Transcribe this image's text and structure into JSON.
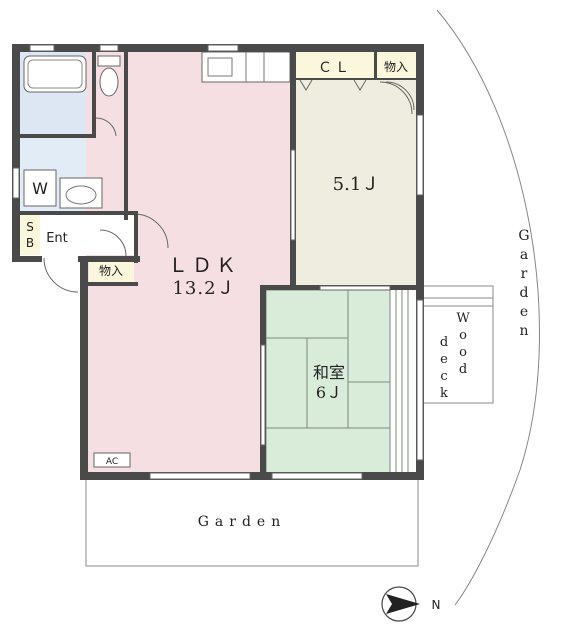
{
  "colors": {
    "ldk": "#f6dfe3",
    "western": "#efece0",
    "tatami": "#d9ecd9",
    "bath": "#dde6f3",
    "wash": "#e1ecf7",
    "closet": "#fbf7dc",
    "wall": "#4a4a4a",
    "line": "#666666"
  },
  "rooms": {
    "ldk": {
      "name": "ＬＤＫ",
      "size": "13.2Ｊ"
    },
    "western": {
      "size": "5.1Ｊ"
    },
    "washitsu": {
      "name": "和室",
      "size": "6Ｊ"
    },
    "closet": "ＣＬ",
    "storage_upper": "物入",
    "storage_lower": "物入",
    "washer": "W",
    "shoebox_top": "S",
    "shoebox_bottom": "B",
    "entrance": "Ent",
    "aircon": "AC"
  },
  "garden_bottom": "Garden",
  "garden_right": [
    "G",
    "a",
    "r",
    "d",
    "e",
    "n"
  ],
  "wood_deck": {
    "col1": [
      "W",
      "o",
      "o",
      "d"
    ],
    "col2": [
      "d",
      "e",
      "c",
      "k"
    ]
  },
  "compass": "N"
}
